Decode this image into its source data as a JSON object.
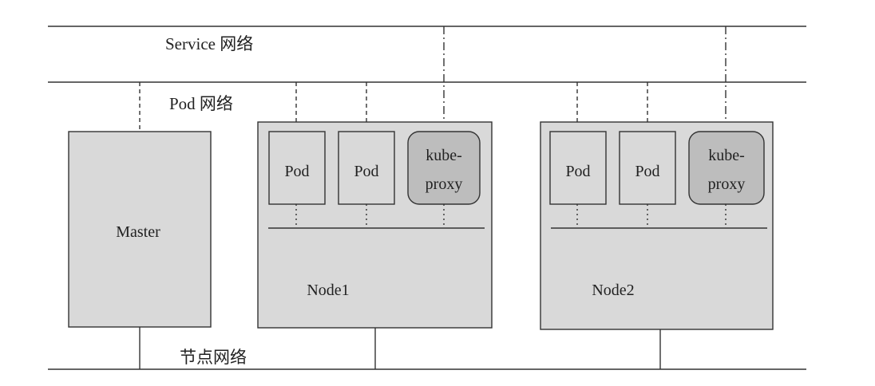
{
  "networks": {
    "service": "Service 网络",
    "pod": "Pod 网络",
    "node": "节点网络"
  },
  "master": {
    "label": "Master"
  },
  "node1": {
    "label": "Node1",
    "pod_a": "Pod",
    "pod_b": "Pod",
    "proxy_line1": "kube-",
    "proxy_line2": "proxy"
  },
  "node2": {
    "label": "Node2",
    "pod_a": "Pod",
    "pod_b": "Pod",
    "proxy_line1": "kube-",
    "proxy_line2": "proxy"
  }
}
